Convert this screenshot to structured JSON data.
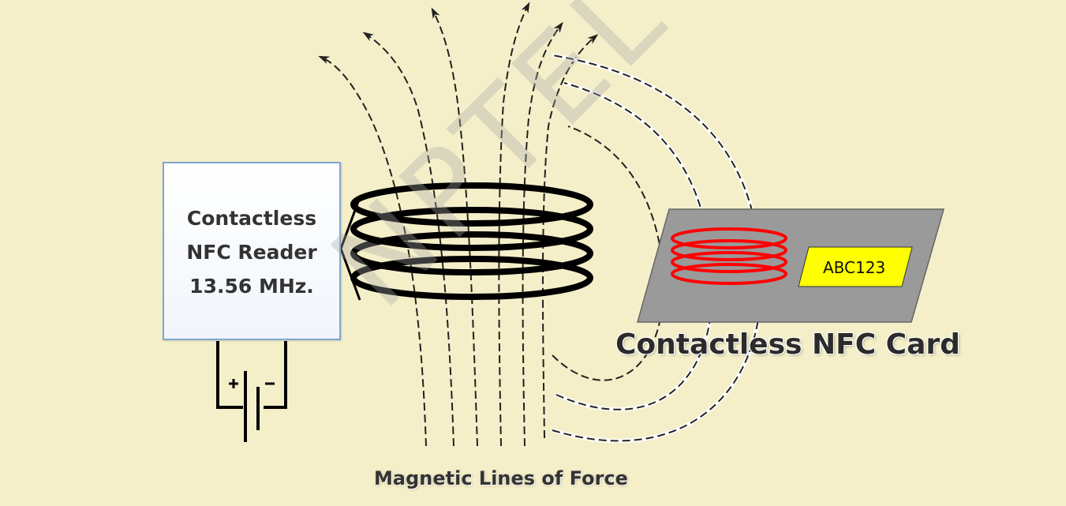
{
  "reader": {
    "line1": "Contactless",
    "line2": "NFC Reader",
    "line3": "13.56 MHz."
  },
  "card": {
    "label": "Contactless NFC Card",
    "chip_text": "ABC123"
  },
  "field_caption": "Magnetic Lines of Force",
  "watermark": "NPTEL",
  "colors": {
    "background": "#f5efc9",
    "coil": "#000000",
    "card_coil": "#ff0000",
    "card": "#9a9a9a",
    "chip": "#ffff00",
    "reader_border": "#7fa7d1"
  }
}
